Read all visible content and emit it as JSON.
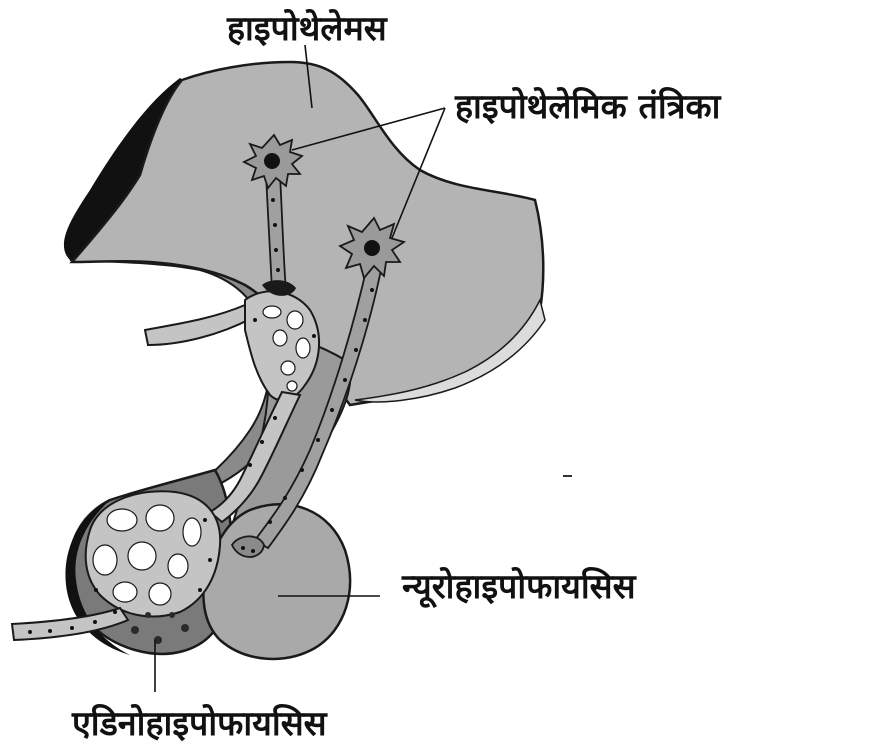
{
  "labels": {
    "hypothalamus": "हाइपोथेलेमस",
    "hypothalamic_neurons": "हाइपोथेलेमिक तंत्रिका",
    "neurohypophysis": "न्यूरोहाइपोफायसिस",
    "adenohypophysis": "एडिनोहाइपोफायसिस"
  },
  "colors": {
    "hypothalamus": "#b4b4b4",
    "outline": "#1a1a1a",
    "dark_edge": "#111111",
    "stalk_mid": "#8a8a8a",
    "anterior_lobe": "#7a7a7a",
    "posterior_lobe": "#a9a9a9",
    "vessel_fill": "#c4c4c4",
    "highlight": "#dcdcdc",
    "background": "#ffffff"
  }
}
